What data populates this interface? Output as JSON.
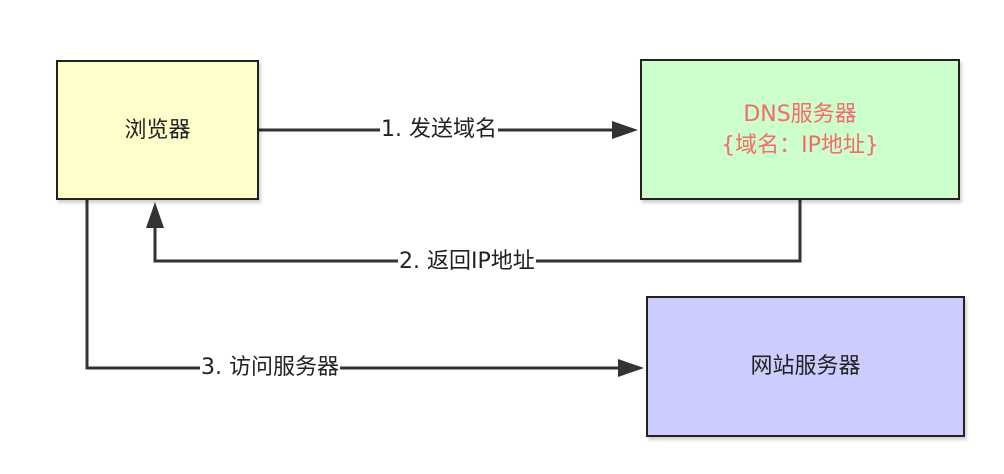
{
  "nodes": {
    "browser": {
      "label": "浏览器",
      "fill": "#ffffcc",
      "text_color": "#222222"
    },
    "dns": {
      "line1": "DNS服务器",
      "line2": "{域名：IP地址}",
      "fill": "#ccffcc",
      "text_color": "#f56a6a"
    },
    "web": {
      "label": "网站服务器",
      "fill": "#ccccff",
      "text_color": "#222222"
    }
  },
  "edges": {
    "step1": "1. 发送域名",
    "step2": "2. 返回IP地址",
    "step3": "3. 访问服务器"
  },
  "colors": {
    "line": "#333333",
    "border": "#222222"
  }
}
